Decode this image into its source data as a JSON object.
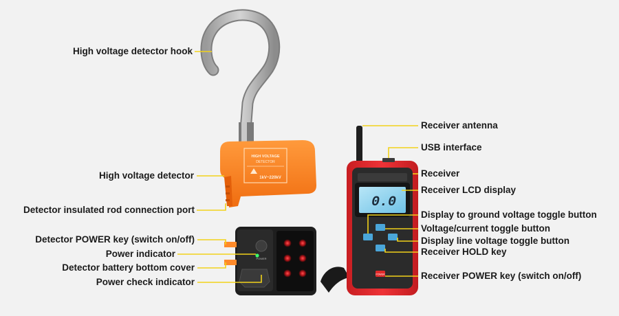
{
  "colors": {
    "background": "#f2f2f2",
    "leader_line": "#f2d21a",
    "detector_body": "#ff7f1f",
    "receiver_body": "#e3262b",
    "hook": "#b3b3b3",
    "lcd": "#8fd3ef"
  },
  "detector": {
    "sticker_title": "HIGH VOLTAGE",
    "sticker_subtitle": "DETECTOR",
    "sticker_range": "1kV~220kV",
    "power_key_caption": "POWER"
  },
  "receiver": {
    "lcd_reading": "0.0",
    "power_key_caption": "POWER"
  },
  "labels": {
    "left": [
      "High voltage detector hook",
      "High voltage detector",
      "Detector insulated rod connection port",
      "Detector POWER key (switch on/off)",
      "Power indicator",
      "Detector battery bottom cover",
      "Power check indicator"
    ],
    "right": [
      "Receiver antenna",
      "USB interface",
      "Receiver",
      "Receiver LCD display",
      "Display to ground voltage toggle button",
      "Voltage/current toggle button",
      "Display line voltage toggle button",
      "Receiver HOLD key",
      "Receiver POWER key (switch on/off)"
    ]
  }
}
